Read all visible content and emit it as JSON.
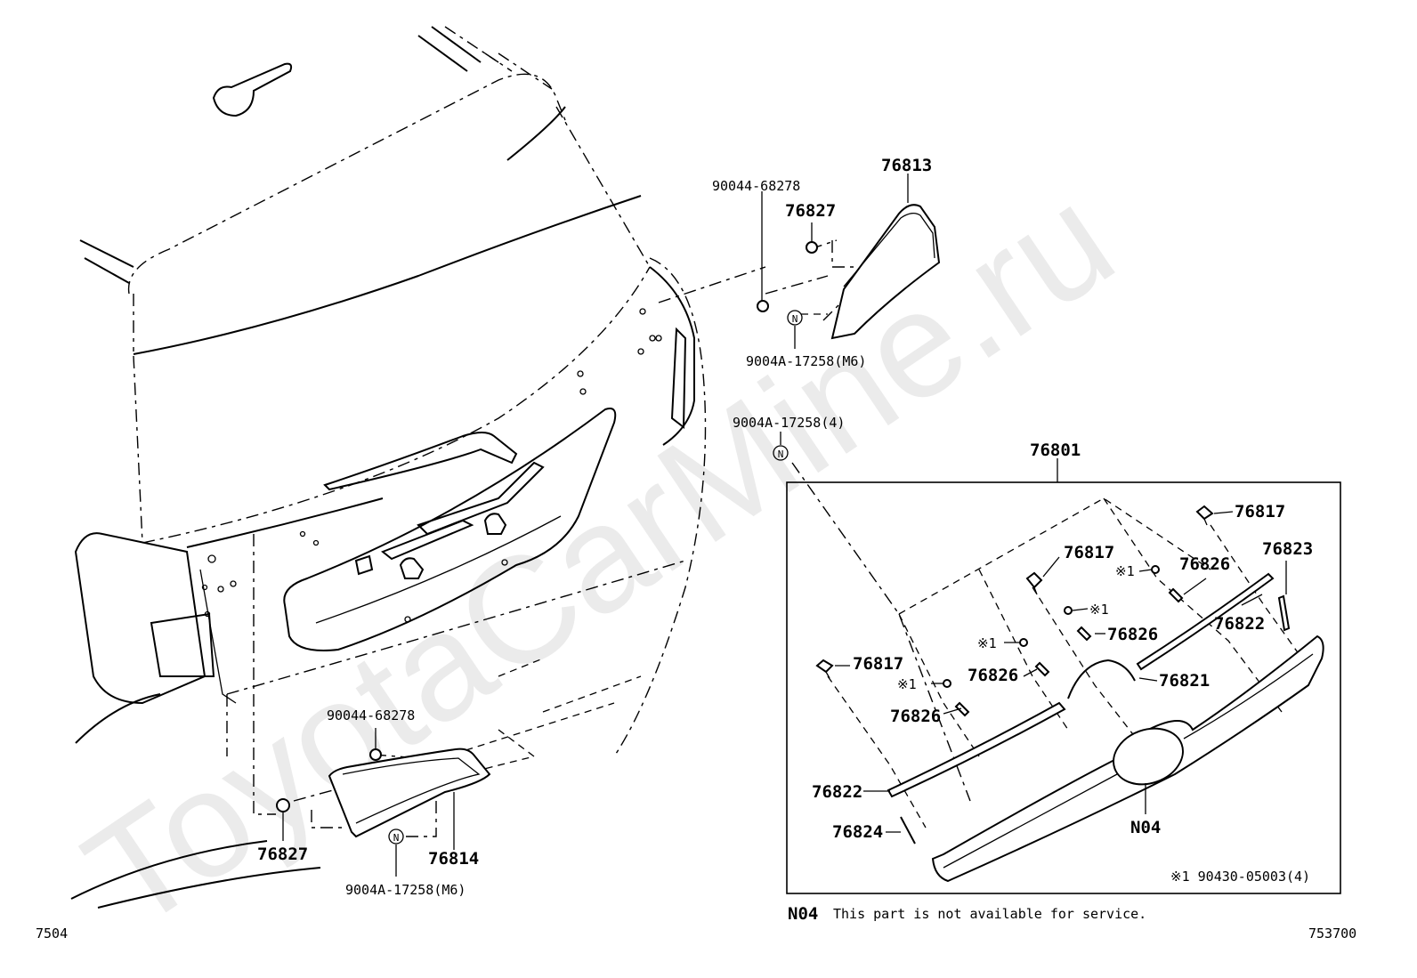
{
  "watermark": "ToyotaCarMine.ru",
  "labels": {
    "p76813": "76813",
    "p90044_top": "90044-68278",
    "p76827_top": "76827",
    "p9004A_m6_top": "9004A-17258(M6)",
    "p9004A_4": "9004A-17258(4)",
    "p76801": "76801",
    "p90044_bottom": "90044-68278",
    "p76827_bottom": "76827",
    "p76814": "76814",
    "p9004A_m6_bottom": "9004A-17258(M6)",
    "p76817_a": "76817",
    "p76817_b": "76817",
    "p76817_c": "76817",
    "p76823": "76823",
    "p76826_a": "76826",
    "p76826_b": "76826",
    "p76826_c": "76826",
    "p76826_d": "76826",
    "p76822_a": "76822",
    "p76822_b": "76822",
    "p76821": "76821",
    "p76824": "76824",
    "n04": "N04",
    "mark1_a": "※1",
    "mark1_b": "※1",
    "mark1_c": "※1",
    "mark1_d": "※1",
    "footnote_mark": "※1 90430-05003(4)",
    "n04_note_code": "N04",
    "n04_note_text": "This part is not available for service.",
    "corner_left": "7504",
    "corner_right": "753700",
    "n_marker": "N"
  }
}
